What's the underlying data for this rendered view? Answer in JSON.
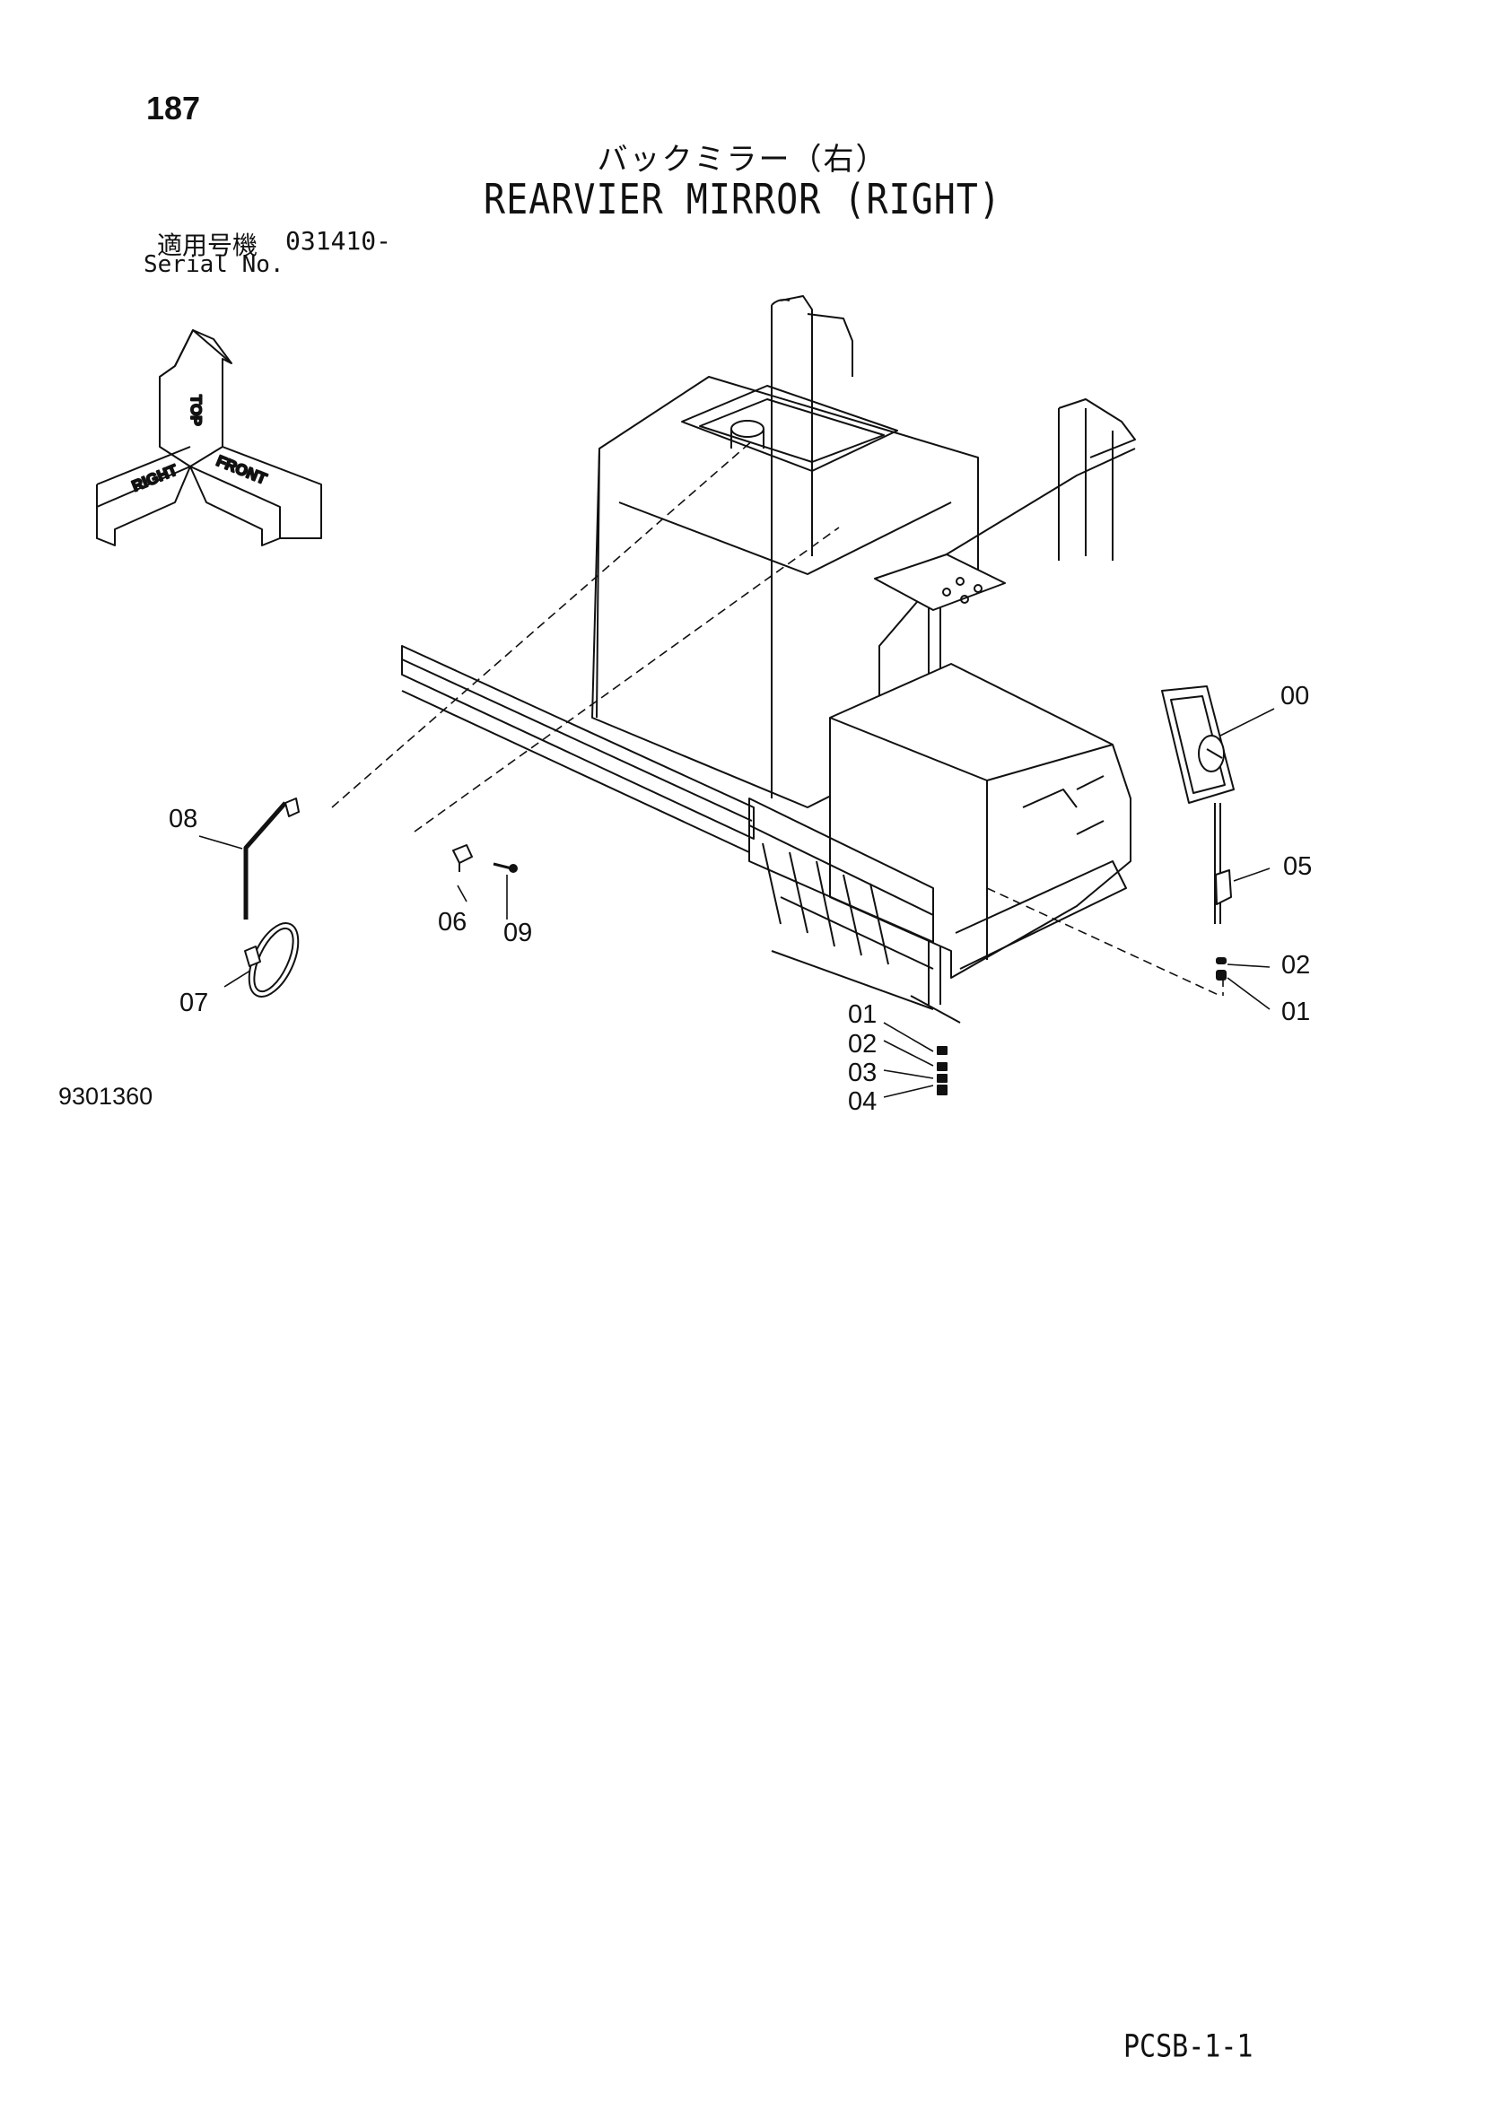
{
  "header": {
    "page_number": "187",
    "title_jp": "バックミラー（右）",
    "title_en": "REARVIER MIRROR (RIGHT)",
    "serial_label_jp": "適用号機",
    "serial_range": "031410-",
    "serial_label_en": "Serial No."
  },
  "orientation": {
    "top": "TOP",
    "right": "RIGHT",
    "front": "FRONT"
  },
  "parts": {
    "p00": "00",
    "p05": "05",
    "p02_right": "02",
    "p01_right": "01",
    "p01_bottom": "01",
    "p02_bottom": "02",
    "p03": "03",
    "p04": "04",
    "p06": "06",
    "p07": "07",
    "p08": "08",
    "p09": "09"
  },
  "figure_code": "9301360",
  "footer_code": "PCSB-1-1"
}
